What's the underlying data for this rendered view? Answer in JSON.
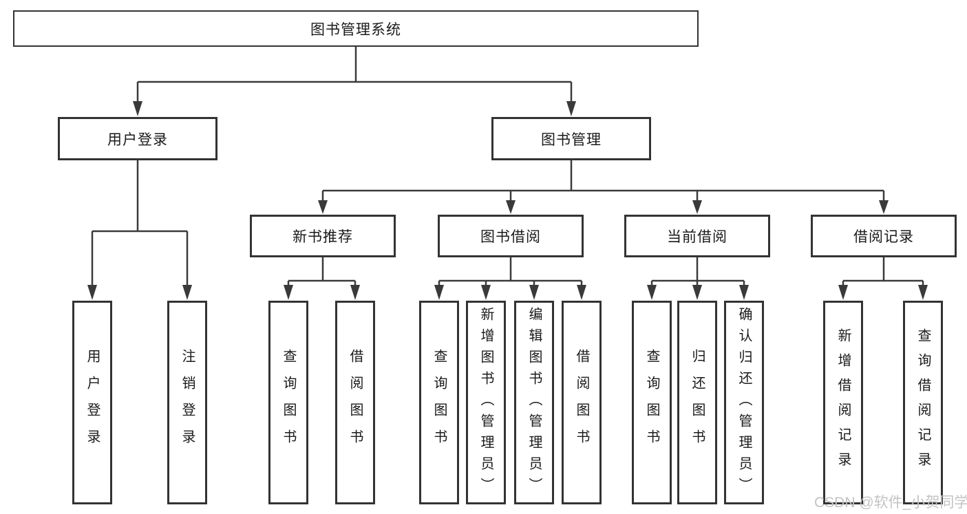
{
  "tree": {
    "root": {
      "label": "图书管理系统"
    },
    "branches": [
      {
        "label": "用户登录",
        "leaves": [
          "用户登录",
          "注销登录"
        ]
      },
      {
        "label": "图书管理",
        "groups": [
          {
            "label": "新书推荐",
            "leaves": [
              "查询图书",
              "借阅图书"
            ]
          },
          {
            "label": "图书借阅",
            "leaves": [
              "查询图书",
              "新增图书（管理员）",
              "编辑图书（管理员）",
              "借阅图书"
            ]
          },
          {
            "label": "当前借阅",
            "leaves": [
              "查询图书",
              "归还图书",
              "确认归还（管理员）"
            ]
          },
          {
            "label": "借阅记录",
            "leaves": [
              "新增借阅记录",
              "查询借阅记录"
            ]
          }
        ]
      }
    ]
  },
  "watermark": "CSDN @软件_小贺同学",
  "colors": {
    "line": "#3a3a3a",
    "border": "#333333",
    "text": "#1a1a1a",
    "watermark": "#c3c3c3",
    "background": "#ffffff"
  }
}
